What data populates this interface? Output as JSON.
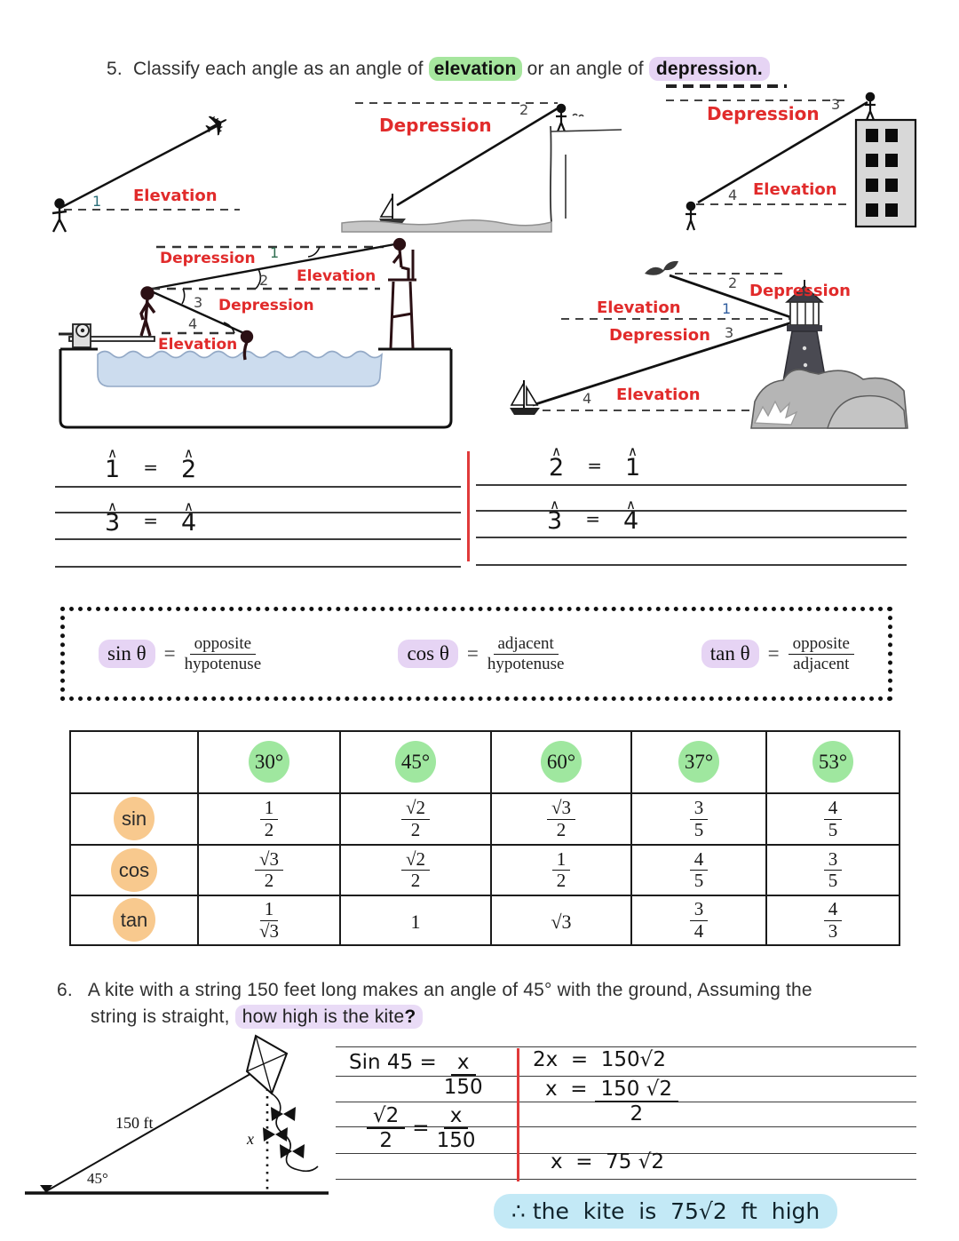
{
  "notation": {
    "hat": "∧",
    "eq": "="
  },
  "title": {
    "number": "5.",
    "before": "Classify each angle as an angle of",
    "elevation": "elevation",
    "between": "or an angle of",
    "depression": "depression."
  },
  "d1": {
    "angle": "1",
    "label": "Elevation"
  },
  "d2": {
    "angle": "2",
    "label": "Depression"
  },
  "d3": {
    "angle_top": "3",
    "label_top": "Depression",
    "angle_bot": "4",
    "label_bot": "Elevation"
  },
  "pool": {
    "a1": "1",
    "l1": "Depression",
    "a2": "2",
    "l2": "Elevation",
    "a3": "3",
    "l3": "Depression",
    "a4": "4",
    "l4": "Elevation"
  },
  "lighthouse": {
    "a2": "2",
    "l2": "Depression",
    "a1": "1",
    "l1": "Elevation",
    "a3": "3",
    "l3": "Depression",
    "a4": "4",
    "l4": "Elevation"
  },
  "answers": {
    "left": [
      {
        "l": "1",
        "r": "2"
      },
      {
        "l": "3",
        "r": "4"
      }
    ],
    "right": [
      {
        "l": "2",
        "r": "1"
      },
      {
        "l": "3",
        "r": "4"
      }
    ]
  },
  "formulas": [
    {
      "name": "sin θ",
      "eq": "=",
      "num": "opposite",
      "den": "hypotenuse"
    },
    {
      "name": "cos θ",
      "eq": "=",
      "num": "adjacent",
      "den": "hypotenuse"
    },
    {
      "name": "tan θ",
      "eq": "=",
      "num": "opposite",
      "den": "adjacent"
    }
  ],
  "table": {
    "headers": [
      "30°",
      "45°",
      "60°",
      "37°",
      "53°"
    ],
    "row_labels": [
      "sin",
      "cos",
      "tan"
    ],
    "sin": [
      {
        "n": "1",
        "d": "2"
      },
      {
        "n": "√2",
        "d": "2"
      },
      {
        "n": "√3",
        "d": "2"
      },
      {
        "n": "3",
        "d": "5"
      },
      {
        "n": "4",
        "d": "5"
      }
    ],
    "cos": [
      {
        "n": "√3",
        "d": "2"
      },
      {
        "n": "√2",
        "d": "2"
      },
      {
        "n": "1",
        "d": "2"
      },
      {
        "n": "4",
        "d": "5"
      },
      {
        "n": "3",
        "d": "5"
      }
    ],
    "tan": [
      {
        "n": "1",
        "d": "√3"
      },
      {
        "p": "1"
      },
      {
        "p": "√3"
      },
      {
        "n": "3",
        "d": "4"
      },
      {
        "n": "4",
        "d": "3"
      }
    ]
  },
  "q6": {
    "number": "6.",
    "line1": "A kite with a string 150 feet long makes an angle of 45° with the ground, Assuming the",
    "line2_pre": "string is straight, ",
    "highlight": "how high is the kite",
    "qmark": "?"
  },
  "kite": {
    "hyp": "150 ft",
    "angle": "45°",
    "height": "x"
  },
  "solution": {
    "l1_lhs": "Sin 45 =",
    "l1_num": "x",
    "l1_den": "150",
    "l2_num1": "√2",
    "l2_den1": "2",
    "l2_eq": "=",
    "l2_num2": "x",
    "l2_den2": "150",
    "r1": "2x  =  150√2",
    "r2_lhs": "x  =",
    "r2_num": "150 √2",
    "r2_den": "2",
    "r3": "x  =  75 √2",
    "final": "∴ the  kite  is  75√2  ft  high"
  }
}
